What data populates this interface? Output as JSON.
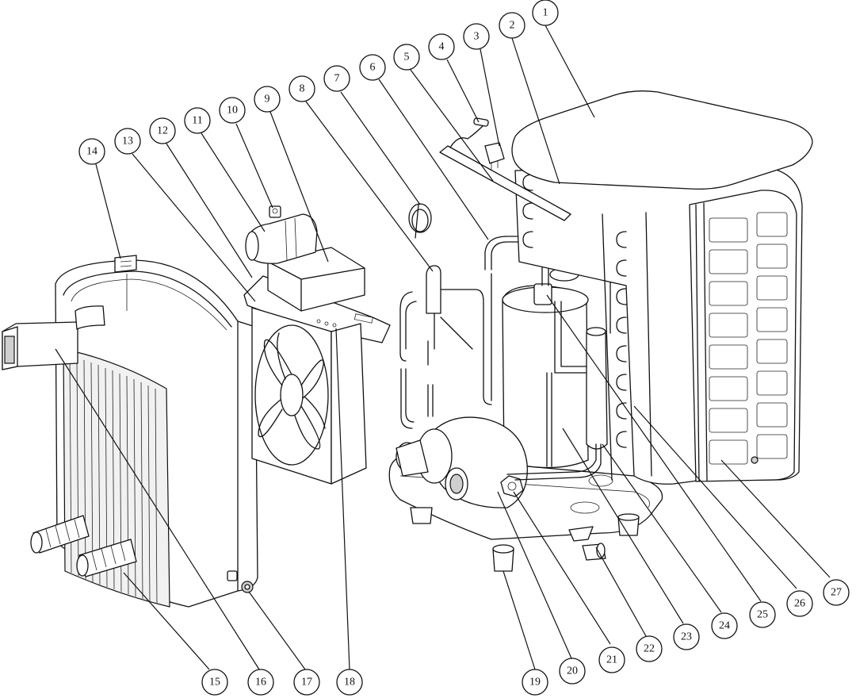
{
  "callouts": [
    {
      "n": "1"
    },
    {
      "n": "2"
    },
    {
      "n": "3"
    },
    {
      "n": "4"
    },
    {
      "n": "5"
    },
    {
      "n": "6"
    },
    {
      "n": "7"
    },
    {
      "n": "8"
    },
    {
      "n": "9"
    },
    {
      "n": "10"
    },
    {
      "n": "11"
    },
    {
      "n": "12"
    },
    {
      "n": "13"
    },
    {
      "n": "14"
    },
    {
      "n": "15"
    },
    {
      "n": "16"
    },
    {
      "n": "17"
    },
    {
      "n": "18"
    },
    {
      "n": "19"
    },
    {
      "n": "20"
    },
    {
      "n": "21"
    },
    {
      "n": "22"
    },
    {
      "n": "23"
    },
    {
      "n": "24"
    },
    {
      "n": "25"
    },
    {
      "n": "26"
    },
    {
      "n": "27"
    }
  ]
}
